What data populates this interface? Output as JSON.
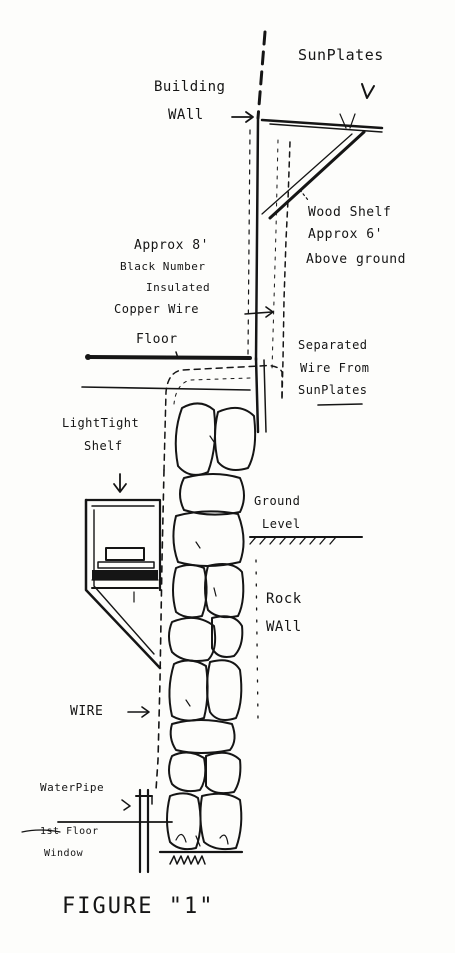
{
  "labels": {
    "sun_plates": "SunPlates",
    "building_wall_1": "Building",
    "building_wall_2": "WAll",
    "wood_shelf_1": "Wood Shelf",
    "wood_shelf_2": "Approx 6'",
    "wood_shelf_3": "Above ground",
    "wire_desc_1": "Approx 8'",
    "wire_desc_2": "Black Number",
    "wire_desc_3": "Insulated",
    "wire_desc_4": "Copper Wire",
    "floor": "Floor",
    "separated_1": "Separated",
    "separated_2": "Wire From",
    "separated_3": "SunPlates",
    "light_tight_1": "LightTight",
    "light_tight_2": "Shelf",
    "ground_level_1": "Ground",
    "ground_level_2": "Level",
    "rock_wall_1": "Rock",
    "rock_wall_2": "WAll",
    "wire": "WIRE",
    "water_pipe": "WaterPipe",
    "first_floor_1": "1st Floor",
    "first_floor_2": "Window",
    "caption": "FIGURE \"1\""
  }
}
